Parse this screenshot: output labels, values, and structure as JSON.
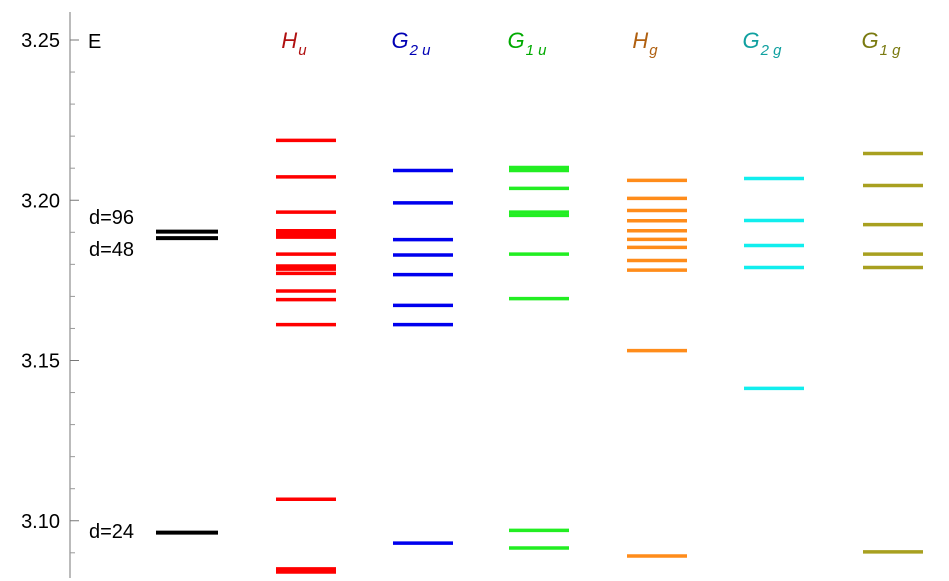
{
  "chart_data": {
    "type": "scatter",
    "ylabel": "E",
    "ylim": [
      3.083,
      3.262
    ],
    "y_ticks": [
      {
        "value": 3.25,
        "label": "3.25"
      },
      {
        "value": 3.2,
        "label": "3.20"
      },
      {
        "value": 3.15,
        "label": "3.15"
      },
      {
        "value": 3.1,
        "label": "3.10"
      }
    ],
    "y_minor_ticks": [
      3.24,
      3.23,
      3.22,
      3.21,
      3.19,
      3.18,
      3.17,
      3.16,
      3.14,
      3.13,
      3.12,
      3.11,
      3.09
    ],
    "reference": {
      "color": "#000000",
      "levels": [
        {
          "y": 3.1902,
          "labels": [
            "d=96"
          ]
        },
        {
          "y": 3.1882,
          "labels": [
            "d=48"
          ]
        },
        {
          "y": 3.0963,
          "labels": [
            "d=24"
          ]
        }
      ]
    },
    "columns": [
      {
        "symbol": "H",
        "subscript": "u",
        "header_color": "#b01010",
        "color": "#ff0000",
        "levels": [
          3.2187,
          3.2073,
          3.1963,
          3.1905,
          3.1895,
          3.1885,
          3.1832,
          3.1795,
          3.1785,
          3.1772,
          3.1717,
          3.169,
          3.1612,
          3.1067,
          3.085,
          3.084
        ]
      },
      {
        "symbol": "G",
        "subscript": "2 u",
        "header_color": "#0000b4",
        "color": "#0000ee",
        "levels": [
          3.2093,
          3.1992,
          3.1877,
          3.1829,
          3.1768,
          3.1672,
          3.1612,
          3.093
        ]
      },
      {
        "symbol": "G",
        "subscript": "1 u",
        "header_color": "#00aa00",
        "color": "#22ee22",
        "levels": [
          3.2102,
          3.2093,
          3.2037,
          3.1963,
          3.1953,
          3.1832,
          3.1693,
          3.097,
          3.0915
        ]
      },
      {
        "symbol": "H",
        "subscript": "g",
        "header_color": "#b06010",
        "color": "#ff8c1a",
        "levels": [
          3.2062,
          3.2006,
          3.1968,
          3.1936,
          3.1905,
          3.1878,
          3.1853,
          3.1812,
          3.1782,
          3.1531,
          3.089
        ]
      },
      {
        "symbol": "G",
        "subscript": "2 g",
        "header_color": "#10a0a0",
        "color": "#11eeee",
        "levels": [
          3.2068,
          3.1937,
          3.1859,
          3.179,
          3.1413
        ]
      },
      {
        "symbol": "G",
        "subscript": "1 g",
        "header_color": "#7a7a10",
        "color": "#a8a020",
        "levels": [
          3.2146,
          3.2046,
          3.1924,
          3.1832,
          3.179,
          3.0903
        ]
      }
    ]
  }
}
